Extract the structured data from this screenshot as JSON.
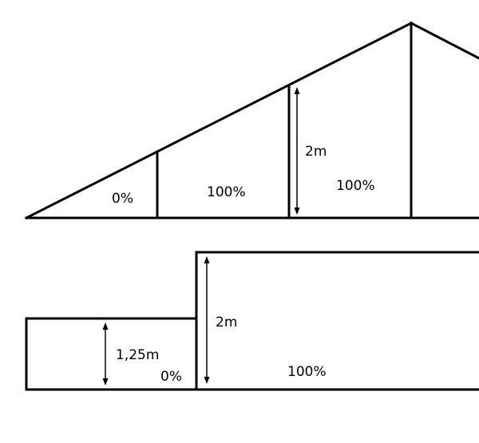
{
  "roof_section": {
    "zone_left_label": "0%",
    "zone_middle_label": "100%",
    "zone_right_label": "100%",
    "height_label": "2m"
  },
  "step_section": {
    "low_height_label": "1,25m",
    "low_zone_label": "0%",
    "high_height_label": "2m",
    "high_zone_label": "100%"
  },
  "colors": {
    "stroke": "#000000",
    "background": "#ffffff"
  }
}
